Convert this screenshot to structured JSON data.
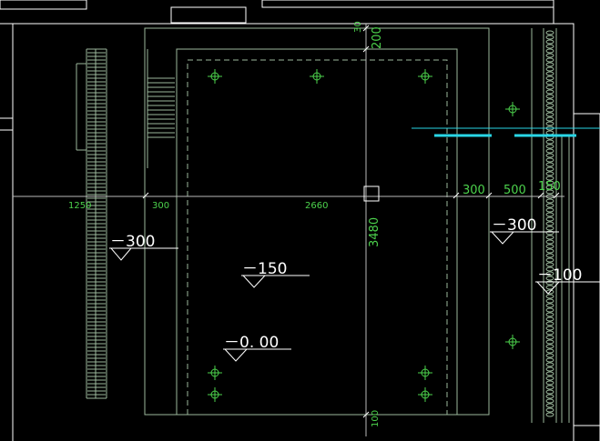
{
  "colors": {
    "background": "#000000",
    "outline": "#ffffff",
    "wall": "#9cb89c",
    "dimension": "#4cd24c",
    "axis": "#b8b8b8",
    "cyan": "#29d6e6"
  },
  "dimensions": {
    "top_30": "30",
    "top_200": "200",
    "left_1250": "1250",
    "left_300": "300",
    "center_2660": "2660",
    "right_300": "300",
    "right_500": "500",
    "right_150": "150",
    "vertical_3480": "3480",
    "bottom_100": "100"
  },
  "levels": {
    "left_minus_300": "－300",
    "center_minus_150": "－150",
    "center_zero": "－0. 00",
    "right_minus_300": "－300",
    "far_right_minus_100": "－100"
  },
  "icons": {
    "light_fixture": "crosshair-light-icon",
    "level_marker": "level-triangle-icon",
    "view_marker": "square-marker-icon"
  }
}
